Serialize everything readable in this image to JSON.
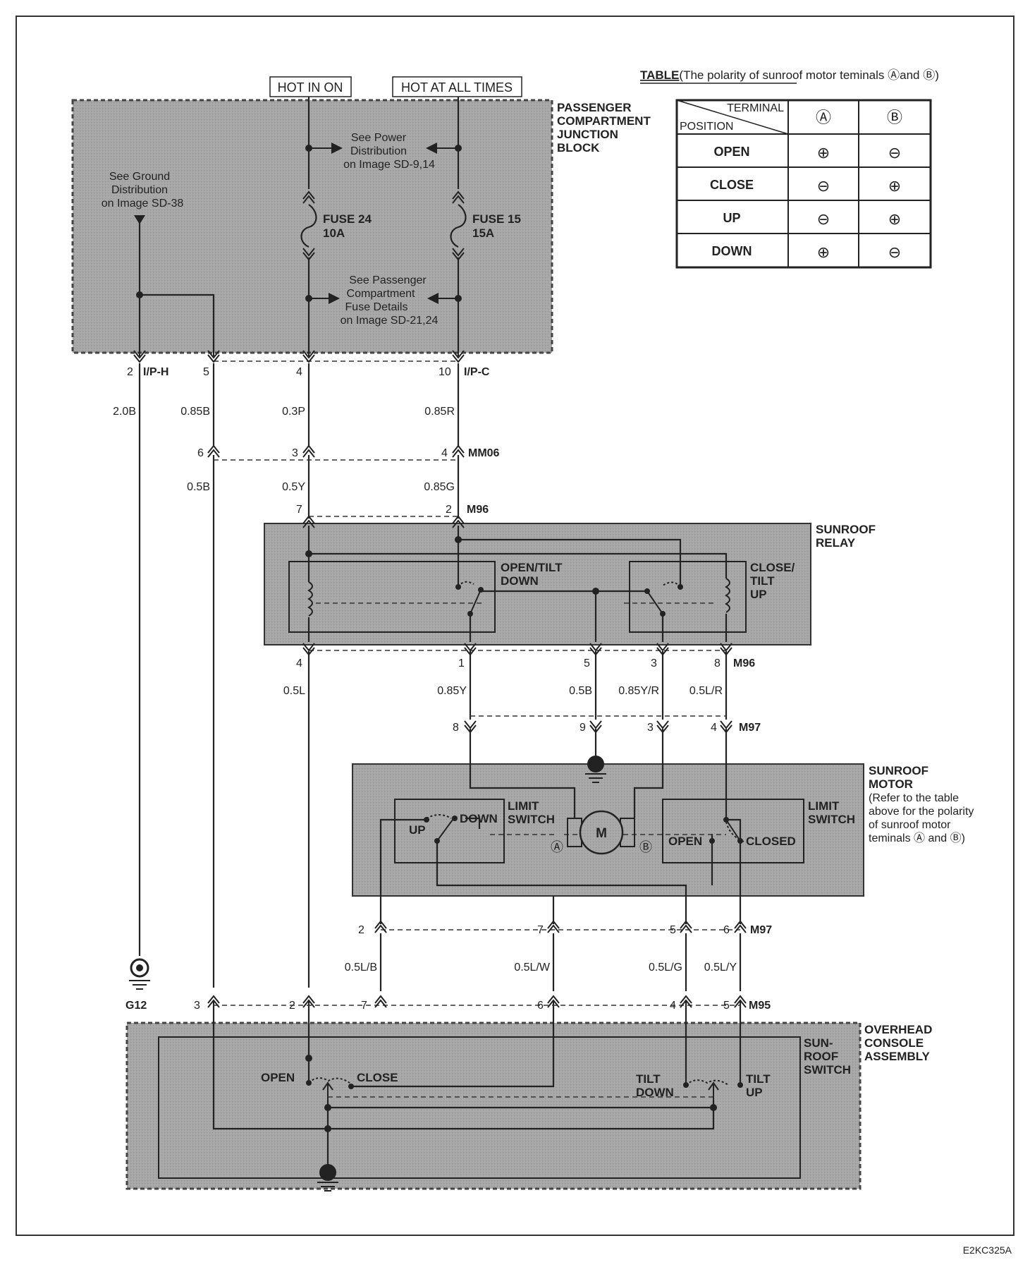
{
  "supplies": {
    "hot_in_on": "HOT IN ON",
    "hot_at_all_times": "HOT AT ALL TIMES"
  },
  "junction_block": {
    "name": [
      "PASSENGER",
      "COMPARTMENT",
      "JUNCTION",
      "BLOCK"
    ],
    "ground_ref": [
      "See Ground",
      "Distribution",
      "on Image SD-38"
    ],
    "power_ref": [
      "See Power",
      "Distribution",
      "on Image SD-9,14"
    ],
    "fuse_ref": [
      "See Passenger",
      "Compartment",
      "Fuse Details",
      "on Image SD-21,24"
    ],
    "fuse24": [
      "FUSE 24",
      "10A"
    ],
    "fuse15": [
      "FUSE 15",
      "15A"
    ]
  },
  "connectors": {
    "ip_h": "I/P-H",
    "ip_c": "I/P-C",
    "mm06": "MM06",
    "m96": "M96",
    "m97": "M97",
    "m95": "M95",
    "g12": "G12"
  },
  "pins": {
    "jb": [
      "2",
      "5",
      "4",
      "10"
    ],
    "mm06": [
      "6",
      "3",
      "4"
    ],
    "m96_top": [
      "7",
      "2"
    ],
    "m96_bottom": [
      "4",
      "1",
      "5",
      "3",
      "8"
    ],
    "m97_top": [
      "8",
      "9",
      "3",
      "4"
    ],
    "m97_bottom": [
      "2",
      "7",
      "5",
      "6"
    ],
    "m95": [
      "3",
      "2",
      "7",
      "6",
      "4",
      "5"
    ]
  },
  "wires": {
    "row1": [
      "2.0B",
      "0.85B",
      "0.3P",
      "0.85R"
    ],
    "row2": [
      "0.5B",
      "0.5Y",
      "0.85G"
    ],
    "row3": [
      "0.5L",
      "0.85Y",
      "0.5B",
      "0.85Y/R",
      "0.5L/R"
    ],
    "row4": [
      "0.5L/B",
      "0.5L/W",
      "0.5L/G",
      "0.5L/Y"
    ]
  },
  "relay": {
    "name": [
      "SUNROOF",
      "RELAY"
    ],
    "open_tilt_down": [
      "OPEN/TILT",
      "DOWN"
    ],
    "close_tilt_up": [
      "CLOSE/",
      "TILT",
      "UP"
    ]
  },
  "motor": {
    "name": [
      "SUNROOF",
      "MOTOR",
      "(Refer to the table",
      "above for the polarity",
      "of sunroof motor",
      "teminals Ⓐ and Ⓑ)"
    ],
    "limit_switch": [
      "LIMIT",
      "SWITCH"
    ],
    "up": "UP",
    "down": "DOWN",
    "open": "OPEN",
    "closed": "CLOSED",
    "m": "M",
    "term_a": "Ⓐ",
    "term_b": "Ⓑ"
  },
  "console": {
    "name": [
      "OVERHEAD",
      "CONSOLE",
      "ASSEMBLY"
    ],
    "switch": [
      "SUN-",
      "ROOF",
      "SWITCH"
    ],
    "open": "OPEN",
    "close": "CLOSE",
    "tilt_down": [
      "TILT",
      "DOWN"
    ],
    "tilt_up": [
      "TILT",
      "UP"
    ]
  },
  "table": {
    "title_bold": "TABLE",
    "title_rest": "(The polarity of sunroof motor teminals Ⓐand Ⓑ)",
    "header_terminal": "TERMINAL",
    "header_position": "POSITION",
    "col_a": "Ⓐ",
    "col_b": "Ⓑ",
    "rows": [
      {
        "position": "OPEN",
        "a": "⊕",
        "b": "⊖"
      },
      {
        "position": "CLOSE",
        "a": "⊖",
        "b": "⊕"
      },
      {
        "position": "UP",
        "a": "⊖",
        "b": "⊕"
      },
      {
        "position": "DOWN",
        "a": "⊕",
        "b": "⊖"
      }
    ]
  },
  "image_code": "E2KC325A"
}
